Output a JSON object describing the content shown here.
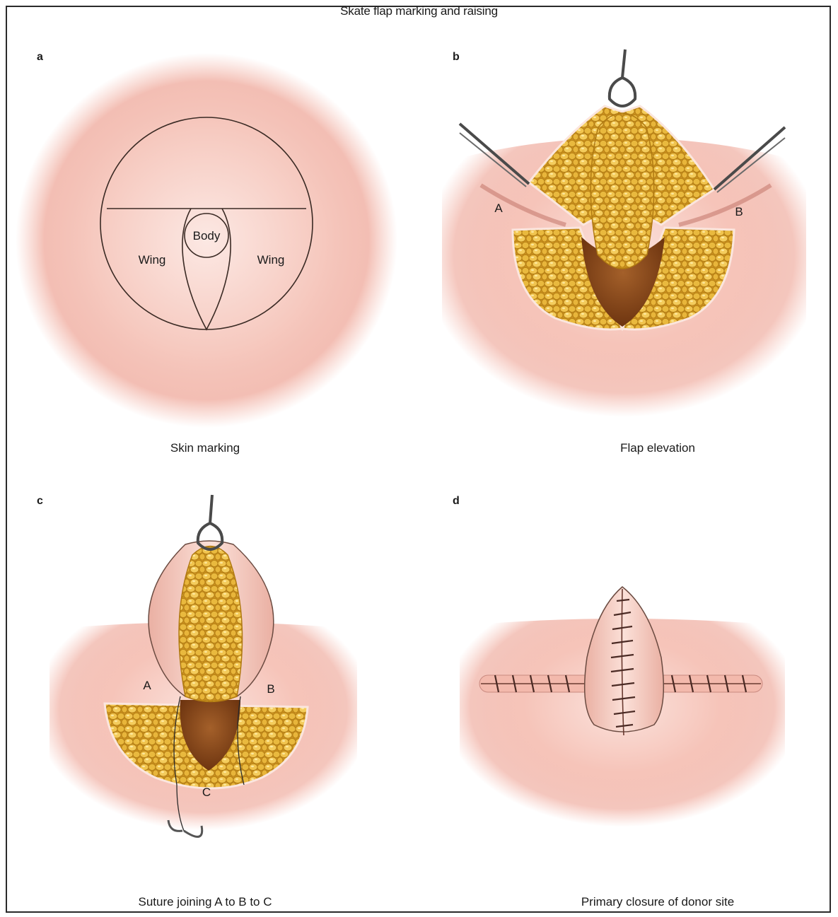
{
  "figure": {
    "title": "Skate flap marking and raising"
  },
  "panels": [
    {
      "letter": "a",
      "caption": "Skin marking",
      "labels": {
        "body": "Body",
        "wing_left": "Wing",
        "wing_right": "Wing"
      }
    },
    {
      "letter": "b",
      "caption": "Flap elevation",
      "labels": {
        "point_a": "A",
        "point_b": "B"
      }
    },
    {
      "letter": "c",
      "caption": "Suture joining A to B to C",
      "labels": {
        "point_a": "A",
        "point_b": "B",
        "point_c": "C"
      }
    },
    {
      "letter": "d",
      "caption": "Primary closure of donor site"
    }
  ],
  "colors": {
    "skin": "#f2b3a6",
    "fat": "#e3b23c",
    "muscle": "#8a4a1e",
    "line": "#3a2a24"
  }
}
